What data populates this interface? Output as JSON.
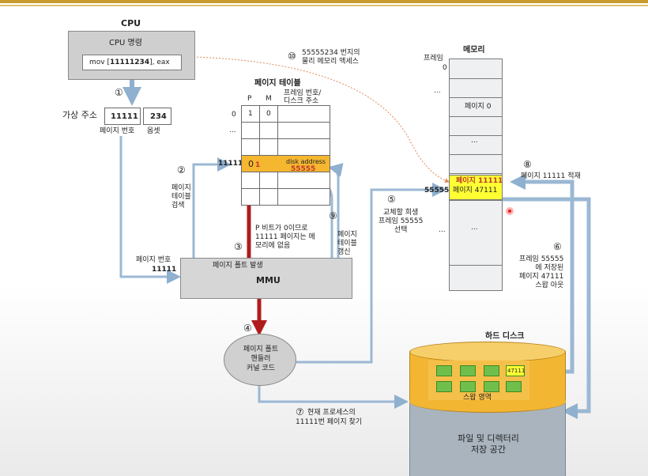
{
  "cpu": {
    "title": "CPU",
    "command_label": "CPU 명령",
    "instruction_pre": "mov [",
    "instruction_addr": "11111234",
    "instruction_post": "], eax"
  },
  "virtual_address": {
    "label": "가상 주소",
    "page_number": "11111",
    "offset": "234",
    "page_number_caption": "페이지 번호",
    "offset_caption": "옵셋"
  },
  "page_table": {
    "title": "페이지 테이블",
    "col_p": "P",
    "col_m": "M",
    "col_frame": "프레임 번호/\n디스크 주소",
    "row0_index": "0",
    "row0_p": "1",
    "row0_m": "0",
    "ellipsis": "...",
    "target_index": "11111",
    "target_p": "0",
    "target_p_new": "1",
    "target_disk": "disk address",
    "target_frame_new": "55555"
  },
  "memory": {
    "title": "메모리",
    "frame_header": "프레임",
    "frame0": "0",
    "page0": "페이지 0",
    "ellipsis": "...",
    "frame_55555": "55555",
    "page_11111": "페이지 11111",
    "page_47111": "페이지 47111"
  },
  "mmu": {
    "label": "MMU",
    "fault_label": "페이지 폴트 발생"
  },
  "handler": {
    "line1": "페이지 폴트",
    "line2": "핸들러",
    "line3": "커널 코드"
  },
  "disk": {
    "title": "하드 디스크",
    "swap_label": "스왑 영역",
    "swap_page": "47111",
    "fs_label": "파일 및 디렉터리\n저장 공간"
  },
  "steps": {
    "s1": "①",
    "s2": "②",
    "s2_text": "페이지\n테이블\n검색",
    "s3": "③",
    "s3_text": "P 비트가 0이므로\n11111 페이지는 메\n모리에 없음",
    "s4": "④",
    "s5": "⑤",
    "s5_text": "교체할 희생\n프레임 55555\n선택",
    "s6": "⑥",
    "s6_text": "프레임 55555\n에 저장된\n페이지 47111\n스왑 아웃",
    "s7": "⑦",
    "s7_text": "현재 프로세스의\n11111번 페이지 찾기",
    "s8": "⑧",
    "s8_text": "페이지 11111  적재",
    "s9": "⑨",
    "s9_text": "페이지\n테이블\n갱신",
    "s10": "⑩",
    "s10_text": "55555234 번지의\n물리 메모리 액세스"
  },
  "mmu_input": {
    "label": "페이지 번호",
    "value": "11111"
  },
  "colors": {
    "arrow_blue": "#9bb8d3",
    "fault_red": "#b01c1c",
    "highlight_yellow": "#ffff33",
    "table_orange": "#f5b630",
    "disk_gold": "#f2b632",
    "disk_gray": "#a9b4be",
    "swap_green": "#6fbf4a",
    "header_gold": "#c99a2e"
  }
}
